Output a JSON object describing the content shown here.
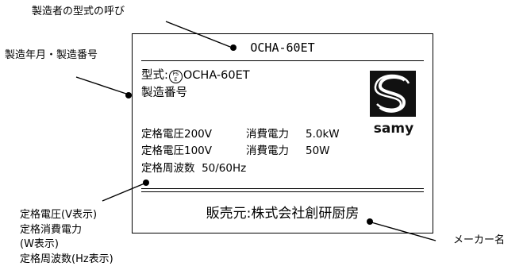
{
  "annotations": {
    "model_designation": "製造者の型式の呼び",
    "manufacture_date_serial": "製造年月・製造番号",
    "rating_lines": [
      "定格電圧(V表示)",
      "定格消費電力",
      "(W表示)",
      "定格周波数(Hz表示)"
    ],
    "maker_name": "メーカー名"
  },
  "plate": {
    "model_header": "OCHA-60ET",
    "type_label": "型式:",
    "pse_mark_top": "PS",
    "pse_mark_bottom": "E",
    "type_value": "OCHA-60ET",
    "serial_label": "製造番号",
    "specs": [
      {
        "voltage": "定格電圧200V",
        "power_label": "消費電力",
        "power_value": "5.0kW"
      },
      {
        "voltage": "定格電圧100V",
        "power_label": "消費電力",
        "power_value": "50W"
      }
    ],
    "frequency": "定格周波数  50/60Hz",
    "seller": "販売元:株式会社創研厨房",
    "logo_text": "samy"
  },
  "colors": {
    "ink": "#000000",
    "background": "#ffffff"
  }
}
